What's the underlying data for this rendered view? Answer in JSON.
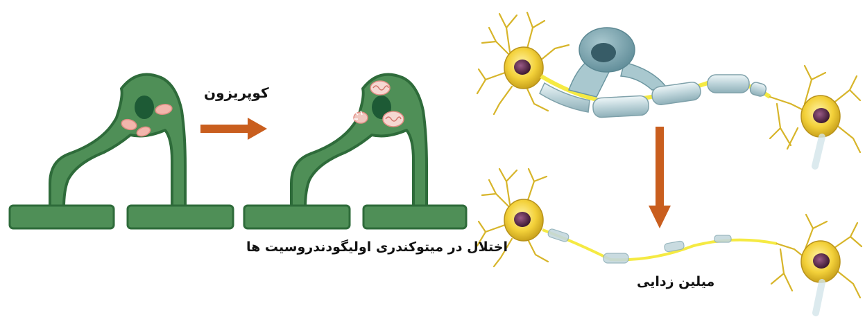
{
  "labels": {
    "cuprizone": "کوپریزون",
    "mito_dysfunction": "اختلال در میتوکندری اولیگودندروسیت ها",
    "demyelination": "میلین زدایی"
  },
  "colors": {
    "oligodendrocyte_green": "#4f8f57",
    "oligodendrocyte_dark": "#2e6b3a",
    "nucleus": "#1d5a35",
    "mitochondria": "#f2b6ac",
    "arrow": "#c95e1e",
    "neuron_body": "#f3d13a",
    "neuron_nucleus": "#5b2a4a",
    "myelin": "#c4d8dd",
    "axon": "#f5ea43"
  }
}
